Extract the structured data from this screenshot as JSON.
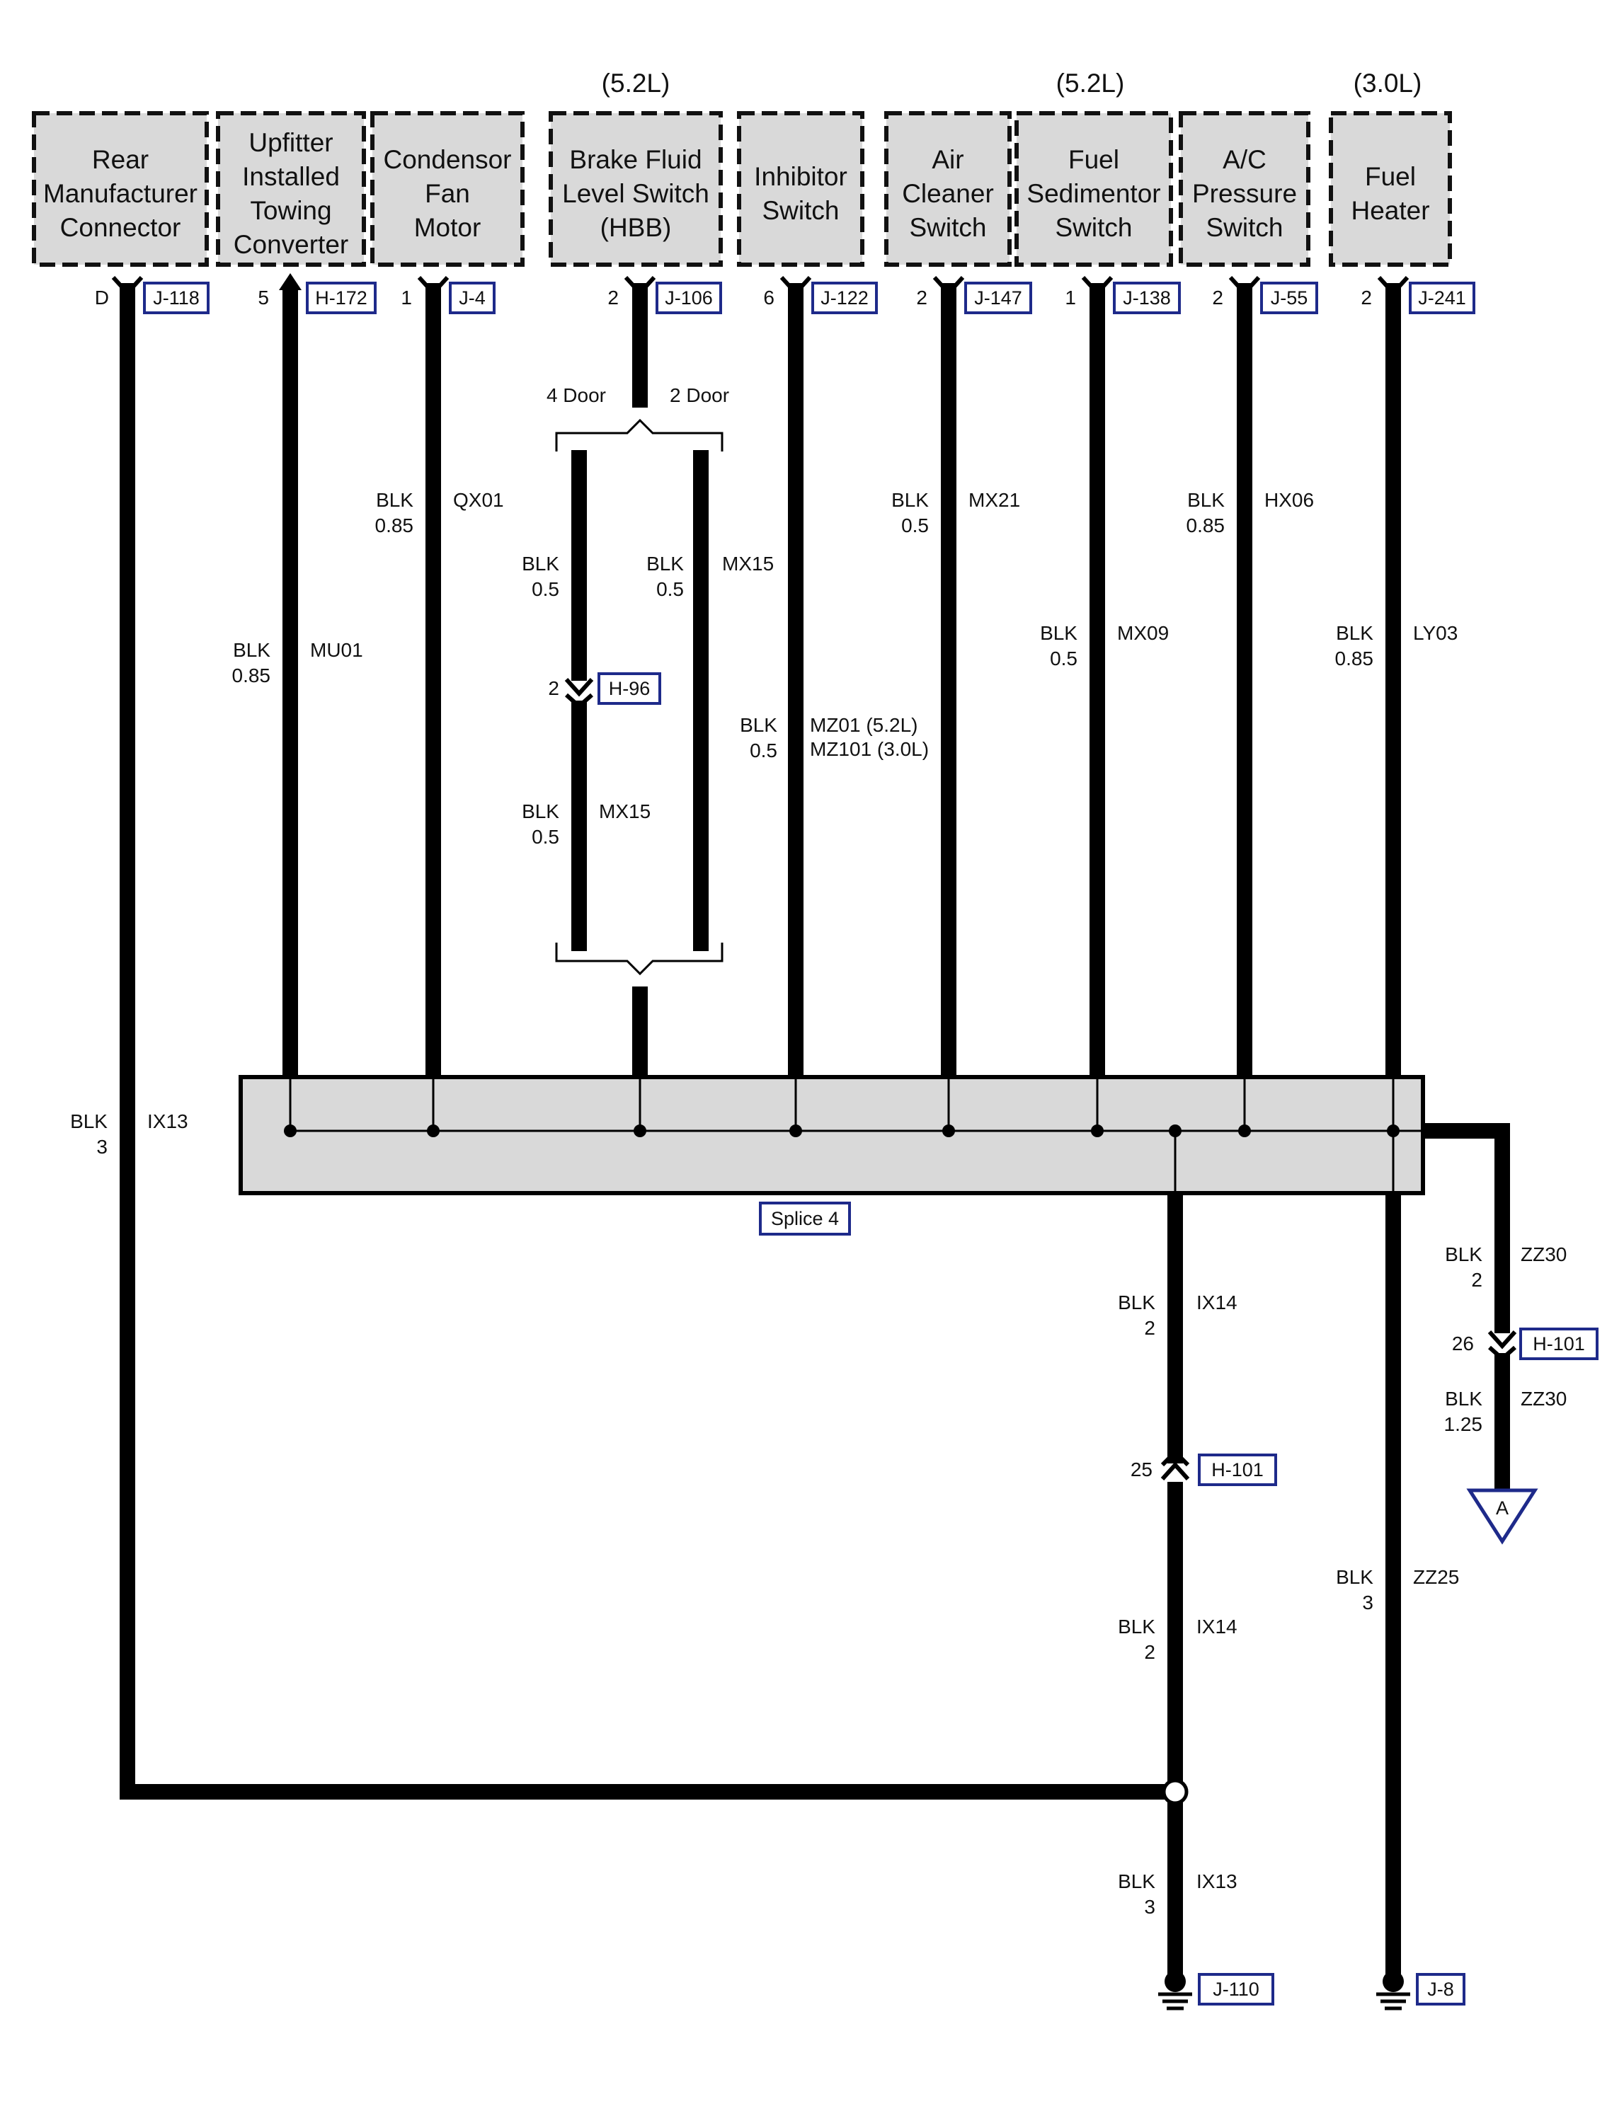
{
  "engine_labels": {
    "brake_fluid": "(5.2L)",
    "fuel_sedimentor": "(5.2L)",
    "fuel_heater": "(3.0L)"
  },
  "components": [
    {
      "id": "rear_manufacturer",
      "lines": [
        "Rear",
        "Manufacturer",
        "Connector"
      ],
      "pin": "D",
      "connector": "J-118"
    },
    {
      "id": "upfitter_towing",
      "lines": [
        "Upfitter",
        "Installed",
        "Towing",
        "Converter"
      ],
      "pin": "5",
      "connector": "H-172"
    },
    {
      "id": "condensor_fan",
      "lines": [
        "Condensor",
        "Fan",
        "Motor"
      ],
      "pin": "1",
      "connector": "J-4"
    },
    {
      "id": "brake_fluid",
      "lines": [
        "Brake Fluid",
        "Level Switch",
        "(HBB)"
      ],
      "pin": "2",
      "connector": "J-106"
    },
    {
      "id": "inhibitor",
      "lines": [
        "Inhibitor",
        "Switch"
      ],
      "pin": "6",
      "connector": "J-122"
    },
    {
      "id": "air_cleaner",
      "lines": [
        "Air",
        "Cleaner",
        "Switch"
      ],
      "pin": "2",
      "connector": "J-147"
    },
    {
      "id": "fuel_sedimentor",
      "lines": [
        "Fuel",
        "Sedimentor",
        "Switch"
      ],
      "pin": "1",
      "connector": "J-138"
    },
    {
      "id": "ac_pressure",
      "lines": [
        "A/C",
        "Pressure",
        "Switch"
      ],
      "pin": "2",
      "connector": "J-55"
    },
    {
      "id": "fuel_heater",
      "lines": [
        "Fuel",
        "Heater"
      ],
      "pin": "2",
      "connector": "J-241"
    }
  ],
  "door_labels": {
    "four_door": "4 Door",
    "two_door": "2 Door"
  },
  "wires": {
    "w_condensor": {
      "color": "BLK",
      "size": "0.85",
      "circuit": "QX01"
    },
    "w_upfitter": {
      "color": "BLK",
      "size": "0.85",
      "circuit": "MU01"
    },
    "w_4door_top": {
      "color": "BLK",
      "size": "0.5"
    },
    "w_4door_bottom": {
      "color": "BLK",
      "size": "0.5",
      "circuit": "MX15"
    },
    "w_2door": {
      "color": "BLK",
      "size": "0.5",
      "circuit": "MX15"
    },
    "w_inhibitor": {
      "color": "BLK",
      "size": "0.5",
      "circuit_1": "MZ01 (5.2L)",
      "circuit_2": "MZ101 (3.0L)"
    },
    "w_air_cleaner": {
      "color": "BLK",
      "size": "0.5",
      "circuit": "MX21"
    },
    "w_fuel_sedimentor": {
      "color": "BLK",
      "size": "0.5",
      "circuit": "MX09"
    },
    "w_ac_pressure": {
      "color": "BLK",
      "size": "0.85",
      "circuit": "HX06"
    },
    "w_fuel_heater": {
      "color": "BLK",
      "size": "0.85",
      "circuit": "LY03"
    },
    "w_rear_manufacturer": {
      "color": "BLK",
      "size": "3",
      "circuit": "IX13"
    },
    "w_zz30_top": {
      "color": "BLK",
      "size": "2",
      "circuit": "ZZ30"
    },
    "w_zz30_bottom": {
      "color": "BLK",
      "size": "1.25",
      "circuit": "ZZ30"
    },
    "w_ix14_top": {
      "color": "BLK",
      "size": "2",
      "circuit": "IX14"
    },
    "w_ix14_bottom": {
      "color": "BLK",
      "size": "2",
      "circuit": "IX14"
    },
    "w_ix13_bottom": {
      "color": "BLK",
      "size": "3",
      "circuit": "IX13"
    },
    "w_zz25": {
      "color": "BLK",
      "size": "3",
      "circuit": "ZZ25"
    }
  },
  "inline_connectors": {
    "h96": {
      "pin": "2",
      "name": "H-96"
    },
    "h101_zz30": {
      "pin": "26",
      "name": "H-101"
    },
    "h101_ix14": {
      "pin": "25",
      "name": "H-101"
    }
  },
  "splice": {
    "name": "Splice 4"
  },
  "offpage": {
    "letter": "A"
  },
  "grounds": {
    "g1": "J-110",
    "g2": "J-8"
  }
}
